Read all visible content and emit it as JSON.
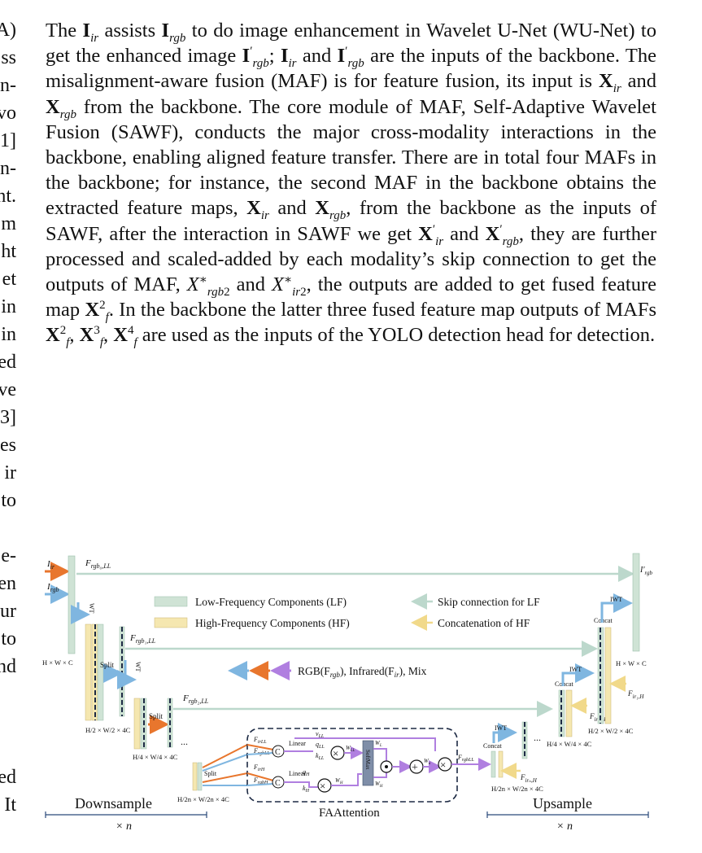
{
  "left_column_fragments": [
    "A)",
    "ss",
    "n-",
    "vo",
    "1]",
    "n-",
    "nt.",
    "m",
    "ht",
    "et",
    "in",
    "in",
    "ed",
    "ve",
    "3]",
    "es",
    "ir",
    "to",
    "",
    "e-",
    "en",
    "ur",
    "to",
    "nd",
    "",
    "",
    "",
    "ed",
    "It"
  ],
  "paragraph": {
    "s1": "The ",
    "s2": " assists ",
    "s3": " to do image enhancement in Wavelet U-Net (WU-Net) to get the enhanced image ",
    "s4": "; ",
    "s5": " and ",
    "s6": " are the inputs of the backbone. The misalignment-aware fusion (MAF) is for feature fusion, its input is ",
    "s7": " and ",
    "s8": " from the backbone. The core module of MAF, Self-Adaptive Wavelet Fusion (SAWF), conducts the major cross-modality interactions in the backbone, enabling aligned feature transfer. There are in total four MAFs in the backbone; for instance, the second MAF in the backbone obtains the extracted feature maps, ",
    "s9": " and ",
    "s10": ", from the backbone as the inputs of SAWF, after the interaction in SAWF we get ",
    "s11": " and ",
    "s12": ", they are further processed and scaled-added by each modality’s skip connection to get the outputs of MAF, ",
    "s13": " and ",
    "s14": ", the outputs are added to get fused feature map ",
    "s15": ". In the backbone the latter three fused feature map outputs of MAFs ",
    "s16": ", ",
    "s17": ", ",
    "s18": " are used as the inputs of the YOLO detection head for detection.",
    "sym_X": "X",
    "sym_I": "I",
    "sym_ir": "ir",
    "sym_rgb": "rgb",
    "sym_f": "f",
    "sym_prime": "′",
    "sym_star": "∗",
    "sym_rgb2": "rgb",
    "sym_ir2": "ir",
    "n2": "2",
    "n3": "3",
    "n4": "4"
  },
  "figure": {
    "legend": {
      "lf": "Low-Frequency Components (LF)",
      "hf": "High-Frequency Components (HF)",
      "skip": "Skip connection for LF",
      "concat": "Concatenation of HF",
      "modes": "RGB(F",
      "modes_rgb": "rgb",
      "modes_mid": "), Infrared(F",
      "modes_ir": "ir",
      "modes_end": "), Mix"
    },
    "labels": {
      "i_ir": "I",
      "i_ir_sub": "ir",
      "i_rgb": "I",
      "i_rgb_sub": "rgb",
      "i_rgb_out": "I′",
      "i_rgb_out_sub": "rgb",
      "f0": "F",
      "f0_sub": "rgb₀,LL",
      "f1": "F",
      "f1_sub": "rgb₁,LL",
      "f2": "F",
      "f2_sub": "rgb₂,LL",
      "wt": "WT",
      "split": "Split",
      "iwt": "IWT",
      "concat": "Concat",
      "dots": "...",
      "hwc": "H × W × C",
      "dim2": "H/2 × W/2 × 4C",
      "dim4": "H/4 × W/4 × 4C",
      "dim2n": "H/2n × W/2n × 4C",
      "fir1h": "F",
      "fir1h_sub": "ir₁,H",
      "fir2h": "F",
      "fir2h_sub": "ir₂,H",
      "firnh": "F",
      "firnh_sub": "irₙ,H",
      "linear": "Linear",
      "softmax": "SoftMax",
      "fir_ll": "F",
      "fir_ll_sub": "irLL",
      "frgb_ll": "F",
      "frgb_ll_sub": "rgbLL",
      "fir_h": "F",
      "fir_h_sub": "irH",
      "frgb_h": "F",
      "frgb_h_sub": "rgbH",
      "v_ll": "v",
      "v_ll_sub": "LL",
      "q_ll": "q",
      "q_ll_sub": "LL",
      "k_ll": "k",
      "k_ll_sub": "LL",
      "q_h": "q",
      "q_h_sub": "H",
      "k_h": "k",
      "k_h_sub": "H",
      "w_ll": "W",
      "w_ll_sub": "LL",
      "w_h": "W",
      "w_h_sub": "H",
      "w_l": "W",
      "w_l_sub": "L",
      "w_h2": "W",
      "w_h2_sub": "H",
      "w_a": "W",
      "w_a_sub": "a",
      "f_out": "F",
      "f_out_sub": "rgbLL",
      "downsample": "Downsample",
      "upsample": "Upsample",
      "faattention": "FAAttention",
      "xn": "× n"
    },
    "colors": {
      "lf": "#cfe3d5",
      "hf": "#f5e7b0",
      "rgb": "#7fb6e0",
      "ir": "#e8762d",
      "mix": "#b07fe0",
      "skip": "#bcd8cc",
      "concat": "#f6e3a8",
      "dash": "#1d2a44",
      "softmax": "#7f8ea8"
    }
  }
}
